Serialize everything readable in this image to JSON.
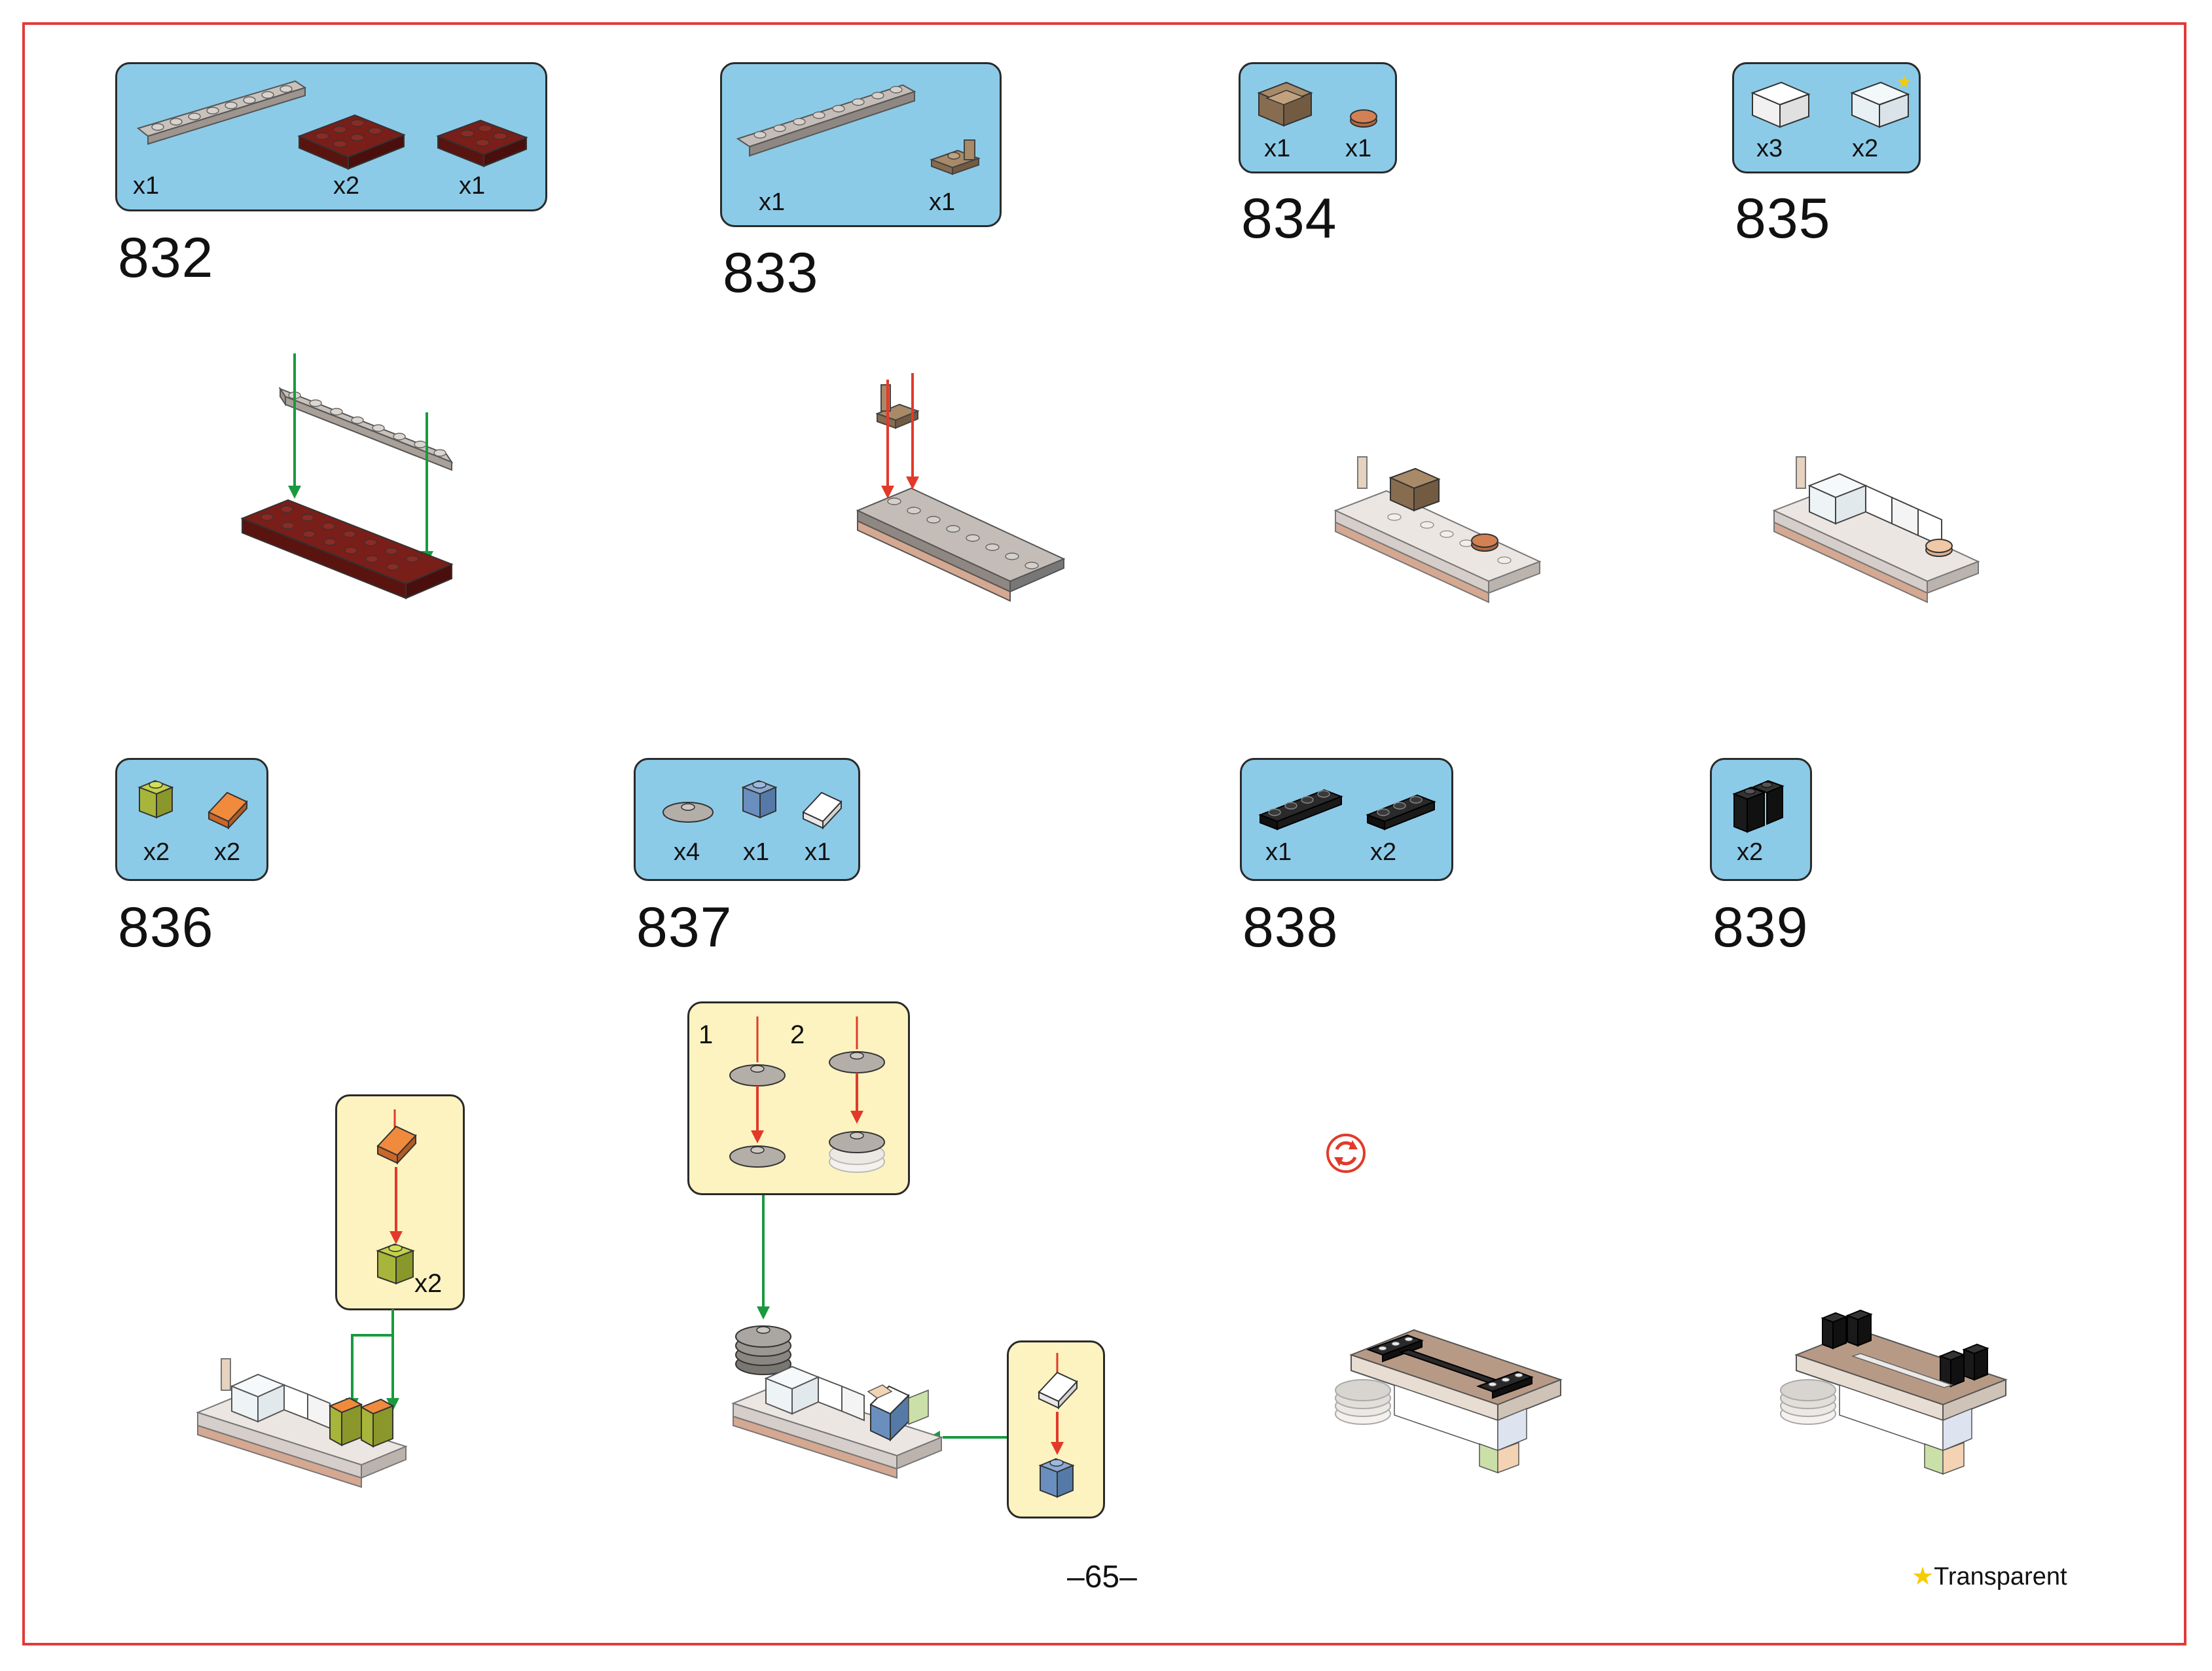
{
  "page": {
    "number": "–65–",
    "legend_text": "Transparent",
    "legend_star": "★"
  },
  "colors": {
    "frame": "#e23a3a",
    "parts_panel": "#8ccbe8",
    "callout_panel": "#fdf3c0",
    "arrow_green": "#1a9a3e",
    "arrow_red": "#e23a2a",
    "dark_red": "#6e1a16",
    "tan": "#a88a68",
    "light_gray": "#bdb6b0",
    "black_part": "#1c1c1c",
    "lime": "#a7b53a",
    "orange": "#e07a30",
    "sand_blue": "#6a8fbf"
  },
  "steps": [
    {
      "number": "832",
      "parts": [
        {
          "icon": "gray-plate-1x8-icon",
          "qty": "x1"
        },
        {
          "icon": "dark-red-plate-2x3-icon",
          "qty": "x2"
        },
        {
          "icon": "dark-red-plate-2x2-icon",
          "qty": "x1"
        }
      ]
    },
    {
      "number": "833",
      "parts": [
        {
          "icon": "gray-tile-1x8-rail-icon",
          "qty": "x1"
        },
        {
          "icon": "tan-bracket-icon",
          "qty": "x1"
        }
      ]
    },
    {
      "number": "834",
      "parts": [
        {
          "icon": "tan-chair-icon",
          "qty": "x1"
        },
        {
          "icon": "brown-round-tile-icon",
          "qty": "x1"
        }
      ]
    },
    {
      "number": "835",
      "parts": [
        {
          "icon": "white-panel-icon",
          "qty": "x3"
        },
        {
          "icon": "transparent-panel-icon",
          "qty": "x2"
        }
      ]
    },
    {
      "number": "836",
      "parts": [
        {
          "icon": "lime-brick-1x1-icon",
          "qty": "x2"
        },
        {
          "icon": "orange-slope-icon",
          "qty": "x2"
        }
      ]
    },
    {
      "number": "837",
      "parts": [
        {
          "icon": "gray-dish-icon",
          "qty": "x4"
        },
        {
          "icon": "blue-brick-1x1-icon",
          "qty": "x1"
        },
        {
          "icon": "white-slope-icon",
          "qty": "x1"
        }
      ]
    },
    {
      "number": "838",
      "parts": [
        {
          "icon": "black-plate-1x4-icon",
          "qty": "x1"
        },
        {
          "icon": "black-plate-1x3-icon",
          "qty": "x2"
        }
      ]
    },
    {
      "number": "839",
      "parts": [
        {
          "icon": "black-bracket-icon",
          "qty": "x2"
        }
      ]
    }
  ],
  "callouts": {
    "step836": {
      "multiplier": "x2"
    },
    "step837_substeps": {
      "first": "1",
      "second": "2"
    }
  }
}
